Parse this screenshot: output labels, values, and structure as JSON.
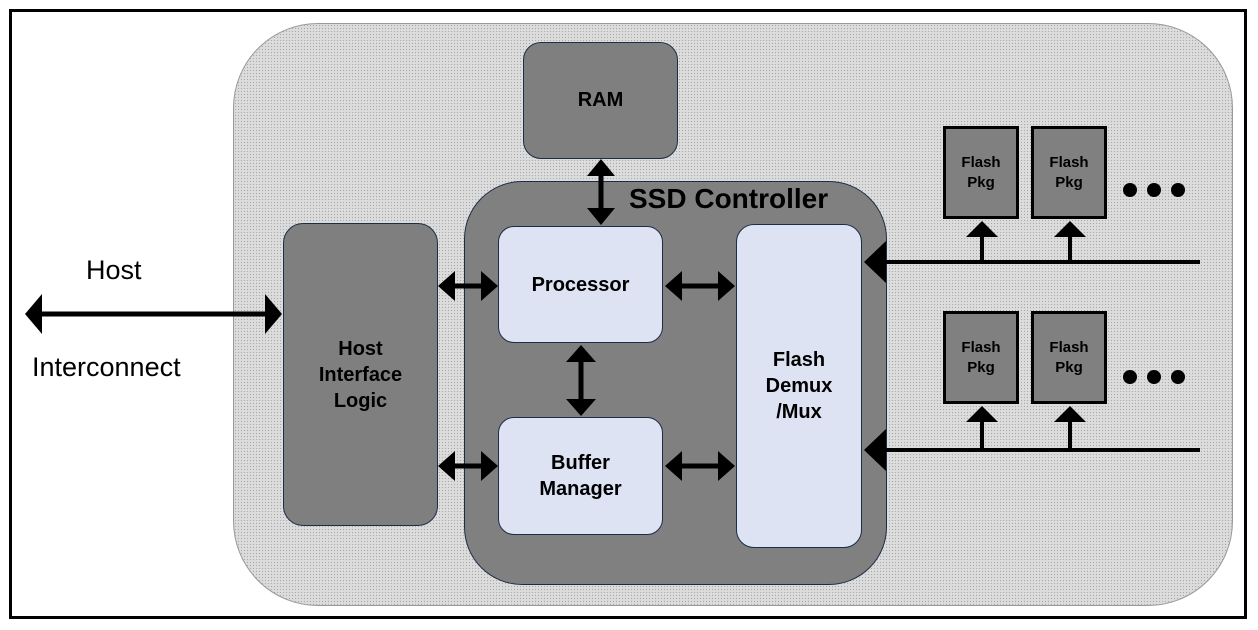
{
  "host": {
    "line1": "Host",
    "line2": "Interconnect"
  },
  "ram": {
    "label": "RAM"
  },
  "controller": {
    "title": "SSD Controller"
  },
  "host_interface": {
    "label": "Host\nInterface\nLogic"
  },
  "processor": {
    "label": "Processor"
  },
  "buffer_manager": {
    "label": "Buffer\nManager"
  },
  "flash_demux": {
    "label": "Flash\nDemux\n/Mux"
  },
  "flash_packages": [
    {
      "label": "Flash\nPkg"
    },
    {
      "label": "Flash\nPkg"
    },
    {
      "label": "Flash\nPkg"
    },
    {
      "label": "Flash\nPkg"
    }
  ],
  "colors": {
    "board": "#dcdcdc",
    "block_dark": "#808080",
    "block_light": "#dde3f2",
    "outline": "#1c2e47"
  }
}
